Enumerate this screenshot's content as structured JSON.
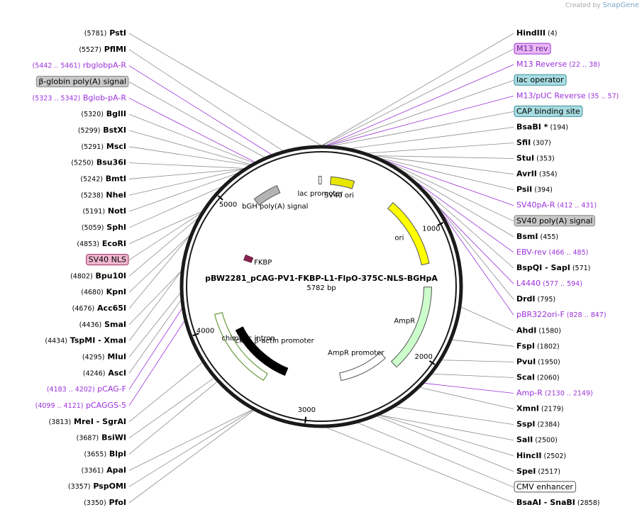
{
  "credit": {
    "prefix": "Created by",
    "brand": "SnapGene"
  },
  "plasmid": {
    "name": "pBW2281_pCAG-PV1-FKBP-L1-FlpO-375C-NLS-BGHpA",
    "length": "5782 bp",
    "bp": 5782
  },
  "colors": {
    "enzyme": "#000000",
    "primer": "#9b30d9",
    "line": "#8c8c8c",
    "backbone": "#1a1a1a"
  },
  "ticks": [
    {
      "bp": 1000,
      "label": "1000"
    },
    {
      "bp": 2000,
      "label": "2000"
    },
    {
      "bp": 3000,
      "label": "3000"
    },
    {
      "bp": 4000,
      "label": "4000"
    },
    {
      "bp": 5000,
      "label": "5000"
    }
  ],
  "labels": [
    {
      "id": "pstI",
      "parts": [
        [
          "(5781)",
          "pos"
        ],
        [
          "  PstI",
          "enz"
        ]
      ],
      "bp": 5781,
      "side": "L"
    },
    {
      "id": "hindIII",
      "parts": [
        [
          "HindIII",
          "enz"
        ],
        [
          "  (4)",
          "pos"
        ]
      ],
      "bp": 4,
      "side": "R"
    },
    {
      "id": "pfmI",
      "parts": [
        [
          "(5527)",
          "pos"
        ],
        [
          "  PflMI",
          "enz"
        ]
      ],
      "bp": 5527,
      "side": "L"
    },
    {
      "id": "m13rev",
      "parts": [
        [
          "M13 rev",
          "feat"
        ]
      ],
      "bp": 10,
      "side": "R",
      "box": "#e7b8f4",
      "boxStroke": "#9b30d9",
      "textColor": "#6b1f9a"
    },
    {
      "id": "rbglob",
      "parts": [
        [
          "(5442 .. 5461)",
          "ppos"
        ],
        [
          "  rbglobpA-R",
          "prim"
        ]
      ],
      "bp": 5450,
      "side": "L",
      "purple": true
    },
    {
      "id": "m13reverse",
      "parts": [
        [
          "M13 Reverse",
          "prim"
        ],
        [
          "   (22 .. 38)",
          "ppos"
        ]
      ],
      "bp": 30,
      "side": "R",
      "purple": true
    },
    {
      "id": "bglobin",
      "parts": [
        [
          "β-globin poly(A) signal",
          "feat"
        ]
      ],
      "bp": 5400,
      "side": "L",
      "box": "#c8c8c8",
      "boxStroke": "#888888",
      "textColor": "#000000"
    },
    {
      "id": "lacop",
      "parts": [
        [
          "lac operator",
          "feat"
        ]
      ],
      "bp": 40,
      "side": "R",
      "box": "#a9dde3",
      "boxStroke": "#3f8f9b",
      "textColor": "#000000"
    },
    {
      "id": "bglobR",
      "parts": [
        [
          "(5323 .. 5342)",
          "ppos"
        ],
        [
          "  Bglob-pA-R",
          "prim"
        ]
      ],
      "bp": 5330,
      "side": "L",
      "purple": true
    },
    {
      "id": "m13puc",
      "parts": [
        [
          "M13/pUC Reverse",
          "prim"
        ],
        [
          "   (35 .. 57)",
          "ppos"
        ]
      ],
      "bp": 46,
      "side": "R",
      "purple": true
    },
    {
      "id": "cap",
      "parts": [
        [
          "CAP binding site",
          "feat"
        ]
      ],
      "bp": 70,
      "side": "R",
      "box": "#a9dde3",
      "boxStroke": "#3f8f9b",
      "textColor": "#000000"
    },
    {
      "id": "bglII",
      "parts": [
        [
          "(5320)",
          "pos"
        ],
        [
          "  BglII",
          "enz"
        ]
      ],
      "bp": 5320,
      "side": "L"
    },
    {
      "id": "bsaBI",
      "parts": [
        [
          "BsaBI  *",
          "enz"
        ],
        [
          "   (194)",
          "pos"
        ]
      ],
      "bp": 194,
      "side": "R"
    },
    {
      "id": "bstXI",
      "parts": [
        [
          "(5299)",
          "pos"
        ],
        [
          "  BstXI",
          "enz"
        ]
      ],
      "bp": 5299,
      "side": "L"
    },
    {
      "id": "mscI",
      "parts": [
        [
          "(5291)",
          "pos"
        ],
        [
          "  MscI",
          "enz"
        ]
      ],
      "bp": 5291,
      "side": "L"
    },
    {
      "id": "sfiI",
      "parts": [
        [
          "SfiI",
          "enz"
        ],
        [
          "   (307)",
          "pos"
        ]
      ],
      "bp": 307,
      "side": "R"
    },
    {
      "id": "bsu36I",
      "parts": [
        [
          "(5250)",
          "pos"
        ],
        [
          "  Bsu36I",
          "enz"
        ]
      ],
      "bp": 5250,
      "side": "L"
    },
    {
      "id": "stuI",
      "parts": [
        [
          "StuI",
          "enz"
        ],
        [
          "   (353)",
          "pos"
        ]
      ],
      "bp": 353,
      "side": "R"
    },
    {
      "id": "bmtI",
      "parts": [
        [
          "(5242)",
          "pos"
        ],
        [
          "  BmtI",
          "enz"
        ]
      ],
      "bp": 5242,
      "side": "L"
    },
    {
      "id": "avrII",
      "parts": [
        [
          "AvrII",
          "enz"
        ],
        [
          "   (354)",
          "pos"
        ]
      ],
      "bp": 354,
      "side": "R"
    },
    {
      "id": "nheI",
      "parts": [
        [
          "(5238)",
          "pos"
        ],
        [
          "  NheI",
          "enz"
        ]
      ],
      "bp": 5238,
      "side": "L"
    },
    {
      "id": "psiI",
      "parts": [
        [
          "PsiI",
          "enz"
        ],
        [
          "   (394)",
          "pos"
        ]
      ],
      "bp": 394,
      "side": "R"
    },
    {
      "id": "notI",
      "parts": [
        [
          "(5191)",
          "pos"
        ],
        [
          "  NotI",
          "enz"
        ]
      ],
      "bp": 5191,
      "side": "L"
    },
    {
      "id": "sv40paR",
      "parts": [
        [
          "SV40pA-R",
          "prim"
        ],
        [
          "    (412 .. 431)",
          "ppos"
        ]
      ],
      "bp": 420,
      "side": "R",
      "purple": true
    },
    {
      "id": "sphI",
      "parts": [
        [
          "(5059)",
          "pos"
        ],
        [
          "  SphI",
          "enz"
        ]
      ],
      "bp": 5059,
      "side": "L"
    },
    {
      "id": "sv40polyA",
      "parts": [
        [
          "SV40 poly(A) signal",
          "feat"
        ]
      ],
      "bp": 430,
      "side": "R",
      "box": "#c8c8c8",
      "boxStroke": "#888888",
      "textColor": "#000000"
    },
    {
      "id": "ecoRI",
      "parts": [
        [
          "(4853)",
          "pos"
        ],
        [
          "  EcoRI",
          "enz"
        ]
      ],
      "bp": 4853,
      "side": "L"
    },
    {
      "id": "bsmI",
      "parts": [
        [
          "BsmI",
          "enz"
        ],
        [
          "   (455)",
          "pos"
        ]
      ],
      "bp": 455,
      "side": "R"
    },
    {
      "id": "sv40nls",
      "parts": [
        [
          "SV40 NLS",
          "feat"
        ]
      ],
      "bp": 4840,
      "side": "L",
      "box": "#f0b6cf",
      "boxStroke": "#9b3060",
      "textColor": "#000000"
    },
    {
      "id": "ebvrev",
      "parts": [
        [
          "EBV-rev",
          "prim"
        ],
        [
          "   (466 .. 485)",
          "ppos"
        ]
      ],
      "bp": 475,
      "side": "R",
      "purple": true
    },
    {
      "id": "bpu10I",
      "parts": [
        [
          "(4802)",
          "pos"
        ],
        [
          "  Bpu10I",
          "enz"
        ]
      ],
      "bp": 4802,
      "side": "L"
    },
    {
      "id": "bspQI",
      "parts": [
        [
          "BspQI",
          "enz"
        ],
        [
          "  - SapI",
          "enz"
        ],
        [
          "   (571)",
          "pos"
        ]
      ],
      "bp": 571,
      "side": "R"
    },
    {
      "id": "kpnI",
      "parts": [
        [
          "(4680)",
          "pos"
        ],
        [
          "  KpnI",
          "enz"
        ]
      ],
      "bp": 4680,
      "side": "L"
    },
    {
      "id": "l4440",
      "parts": [
        [
          "L4440",
          "prim"
        ],
        [
          "   (577 .. 594)",
          "ppos"
        ]
      ],
      "bp": 585,
      "side": "R",
      "purple": true
    },
    {
      "id": "acc65I",
      "parts": [
        [
          "(4676)",
          "pos"
        ],
        [
          "  Acc65I",
          "enz"
        ]
      ],
      "bp": 4676,
      "side": "L"
    },
    {
      "id": "drdI",
      "parts": [
        [
          "DrdI",
          "enz"
        ],
        [
          "   (795)",
          "pos"
        ]
      ],
      "bp": 795,
      "side": "R"
    },
    {
      "id": "pbr322",
      "parts": [
        [
          "pBR322ori-F",
          "prim"
        ],
        [
          "   (828 .. 847)",
          "ppos"
        ]
      ],
      "bp": 837,
      "side": "R",
      "purple": true
    },
    {
      "id": "smaI",
      "parts": [
        [
          "(4436)",
          "pos"
        ],
        [
          "  SmaI",
          "enz"
        ]
      ],
      "bp": 4436,
      "side": "L"
    },
    {
      "id": "tspMI",
      "parts": [
        [
          "(4434)",
          "pos"
        ],
        [
          "  TspMI",
          "enz"
        ],
        [
          "  - XmaI",
          "enz"
        ]
      ],
      "bp": 4434,
      "side": "L"
    },
    {
      "id": "ahdI",
      "parts": [
        [
          "AhdI",
          "enz"
        ],
        [
          "   (1580)",
          "pos"
        ]
      ],
      "bp": 1580,
      "side": "R"
    },
    {
      "id": "mluI",
      "parts": [
        [
          "(4295)",
          "pos"
        ],
        [
          "  MluI",
          "enz"
        ]
      ],
      "bp": 4295,
      "side": "L"
    },
    {
      "id": "ascI",
      "parts": [
        [
          "(4246)",
          "pos"
        ],
        [
          "  AscI",
          "enz"
        ]
      ],
      "bp": 4246,
      "side": "L"
    },
    {
      "id": "pcagF",
      "parts": [
        [
          "(4183 .. 4202)",
          "ppos"
        ],
        [
          "  pCAG-F",
          "prim"
        ]
      ],
      "bp": 4192,
      "side": "L",
      "purple": true
    },
    {
      "id": "pcaggs5",
      "parts": [
        [
          "(4099 .. 4121)",
          "ppos"
        ],
        [
          "  pCAGGS-5",
          "prim"
        ]
      ],
      "bp": 4110,
      "side": "L",
      "purple": true
    },
    {
      "id": "fspI",
      "parts": [
        [
          "FspI",
          "enz"
        ],
        [
          "   (1802)",
          "pos"
        ]
      ],
      "bp": 1802,
      "side": "R"
    },
    {
      "id": "pvuI",
      "parts": [
        [
          "PvuI",
          "enz"
        ],
        [
          "   (1950)",
          "pos"
        ]
      ],
      "bp": 1950,
      "side": "R"
    },
    {
      "id": "scaI",
      "parts": [
        [
          "ScaI",
          "enz"
        ],
        [
          "   (2060)",
          "pos"
        ]
      ],
      "bp": 2060,
      "side": "R"
    },
    {
      "id": "ampR",
      "parts": [
        [
          "Amp-R",
          "prim"
        ],
        [
          "   (2130 .. 2149)",
          "ppos"
        ]
      ],
      "bp": 2140,
      "side": "R",
      "purple": true
    },
    {
      "id": "mreI",
      "parts": [
        [
          "(3813)",
          "pos"
        ],
        [
          "  MreI",
          "enz"
        ],
        [
          "  - SgrAI",
          "enz"
        ]
      ],
      "bp": 3813,
      "side": "L"
    },
    {
      "id": "xmnI",
      "parts": [
        [
          "XmnI",
          "enz"
        ],
        [
          "   (2179)",
          "pos"
        ]
      ],
      "bp": 2179,
      "side": "R"
    },
    {
      "id": "bsiWI",
      "parts": [
        [
          "(3687)",
          "pos"
        ],
        [
          "  BsiWI",
          "enz"
        ]
      ],
      "bp": 3687,
      "side": "L"
    },
    {
      "id": "sspI",
      "parts": [
        [
          "SspI",
          "enz"
        ],
        [
          "   (2384)",
          "pos"
        ]
      ],
      "bp": 2384,
      "side": "R"
    },
    {
      "id": "blpI",
      "parts": [
        [
          "(3655)",
          "pos"
        ],
        [
          "  BlpI",
          "enz"
        ]
      ],
      "bp": 3655,
      "side": "L"
    },
    {
      "id": "salI",
      "parts": [
        [
          "SalI",
          "enz"
        ],
        [
          "   (2500)",
          "pos"
        ]
      ],
      "bp": 2500,
      "side": "R"
    },
    {
      "id": "hincII",
      "parts": [
        [
          "HincII",
          "enz"
        ],
        [
          "   (2502)",
          "pos"
        ]
      ],
      "bp": 2502,
      "side": "R"
    },
    {
      "id": "apaI",
      "parts": [
        [
          "(3361)",
          "pos"
        ],
        [
          "  ApaI",
          "enz"
        ]
      ],
      "bp": 3361,
      "side": "L"
    },
    {
      "id": "speI",
      "parts": [
        [
          "SpeI",
          "enz"
        ],
        [
          "   (2517)",
          "pos"
        ]
      ],
      "bp": 2517,
      "side": "R"
    },
    {
      "id": "pspOMI",
      "parts": [
        [
          "(3357)",
          "pos"
        ],
        [
          "  PspOMI",
          "enz"
        ]
      ],
      "bp": 3357,
      "side": "L"
    },
    {
      "id": "pfoI",
      "parts": [
        [
          "(3350)",
          "pos"
        ],
        [
          "  PfoI",
          "enz"
        ]
      ],
      "bp": 3350,
      "side": "L"
    },
    {
      "id": "cmv",
      "parts": [
        [
          "CMV enhancer",
          "feat"
        ]
      ],
      "bp": 2650,
      "side": "R",
      "box": "#ffffff",
      "boxStroke": "#555555",
      "textColor": "#000000"
    },
    {
      "id": "bsaAI",
      "parts": [
        [
          "BsaAI",
          "enz"
        ],
        [
          "  - SnaBI",
          "enz"
        ],
        [
          "   (2858)",
          "pos"
        ]
      ],
      "bp": 2858,
      "side": "R"
    }
  ],
  "features": [
    {
      "id": "bgh",
      "label": "bGH poly(A) signal",
      "start": 5180,
      "end": 5400,
      "color": "#b4b4b4",
      "stroke": "#555555",
      "r": 150
    },
    {
      "id": "lacprom",
      "label": "lac promoter",
      "start": 5760,
      "end": 5782,
      "color": "#ffffff",
      "stroke": "#555555",
      "r": 150
    },
    {
      "id": "sv40ori",
      "label": "SV40 ori",
      "start": 80,
      "end": 280,
      "color": "#e6e600",
      "stroke": "#555555",
      "r": 150
    },
    {
      "id": "ori",
      "label": "ori",
      "start": 650,
      "end": 1250,
      "color": "#ffff00",
      "stroke": "#555555",
      "r": 150
    },
    {
      "id": "ampr",
      "label": "AmpR",
      "start": 1450,
      "end": 2200,
      "color": "#ccffcc",
      "stroke": "#555555",
      "r": 150
    },
    {
      "id": "amprprom",
      "label": "AmpR promoter",
      "start": 2220,
      "end": 2700,
      "color": "#ffffff",
      "stroke": "#555555",
      "r": 130
    },
    {
      "id": "actin",
      "label": "chicken β-actin promoter",
      "start": 3250,
      "end": 3900,
      "color": "#000000",
      "stroke": "#000000",
      "r": 130
    },
    {
      "id": "chimintron",
      "label": "chimeric intron",
      "start": 3400,
      "end": 4100,
      "color": "#ffffff",
      "stroke": "#4a8a1a",
      "r": 150
    },
    {
      "id": "fkbp",
      "label": "FKBP",
      "start": 4640,
      "end": 4700,
      "color": "#8b2252",
      "stroke": "#5a1535",
      "r": 110
    }
  ]
}
